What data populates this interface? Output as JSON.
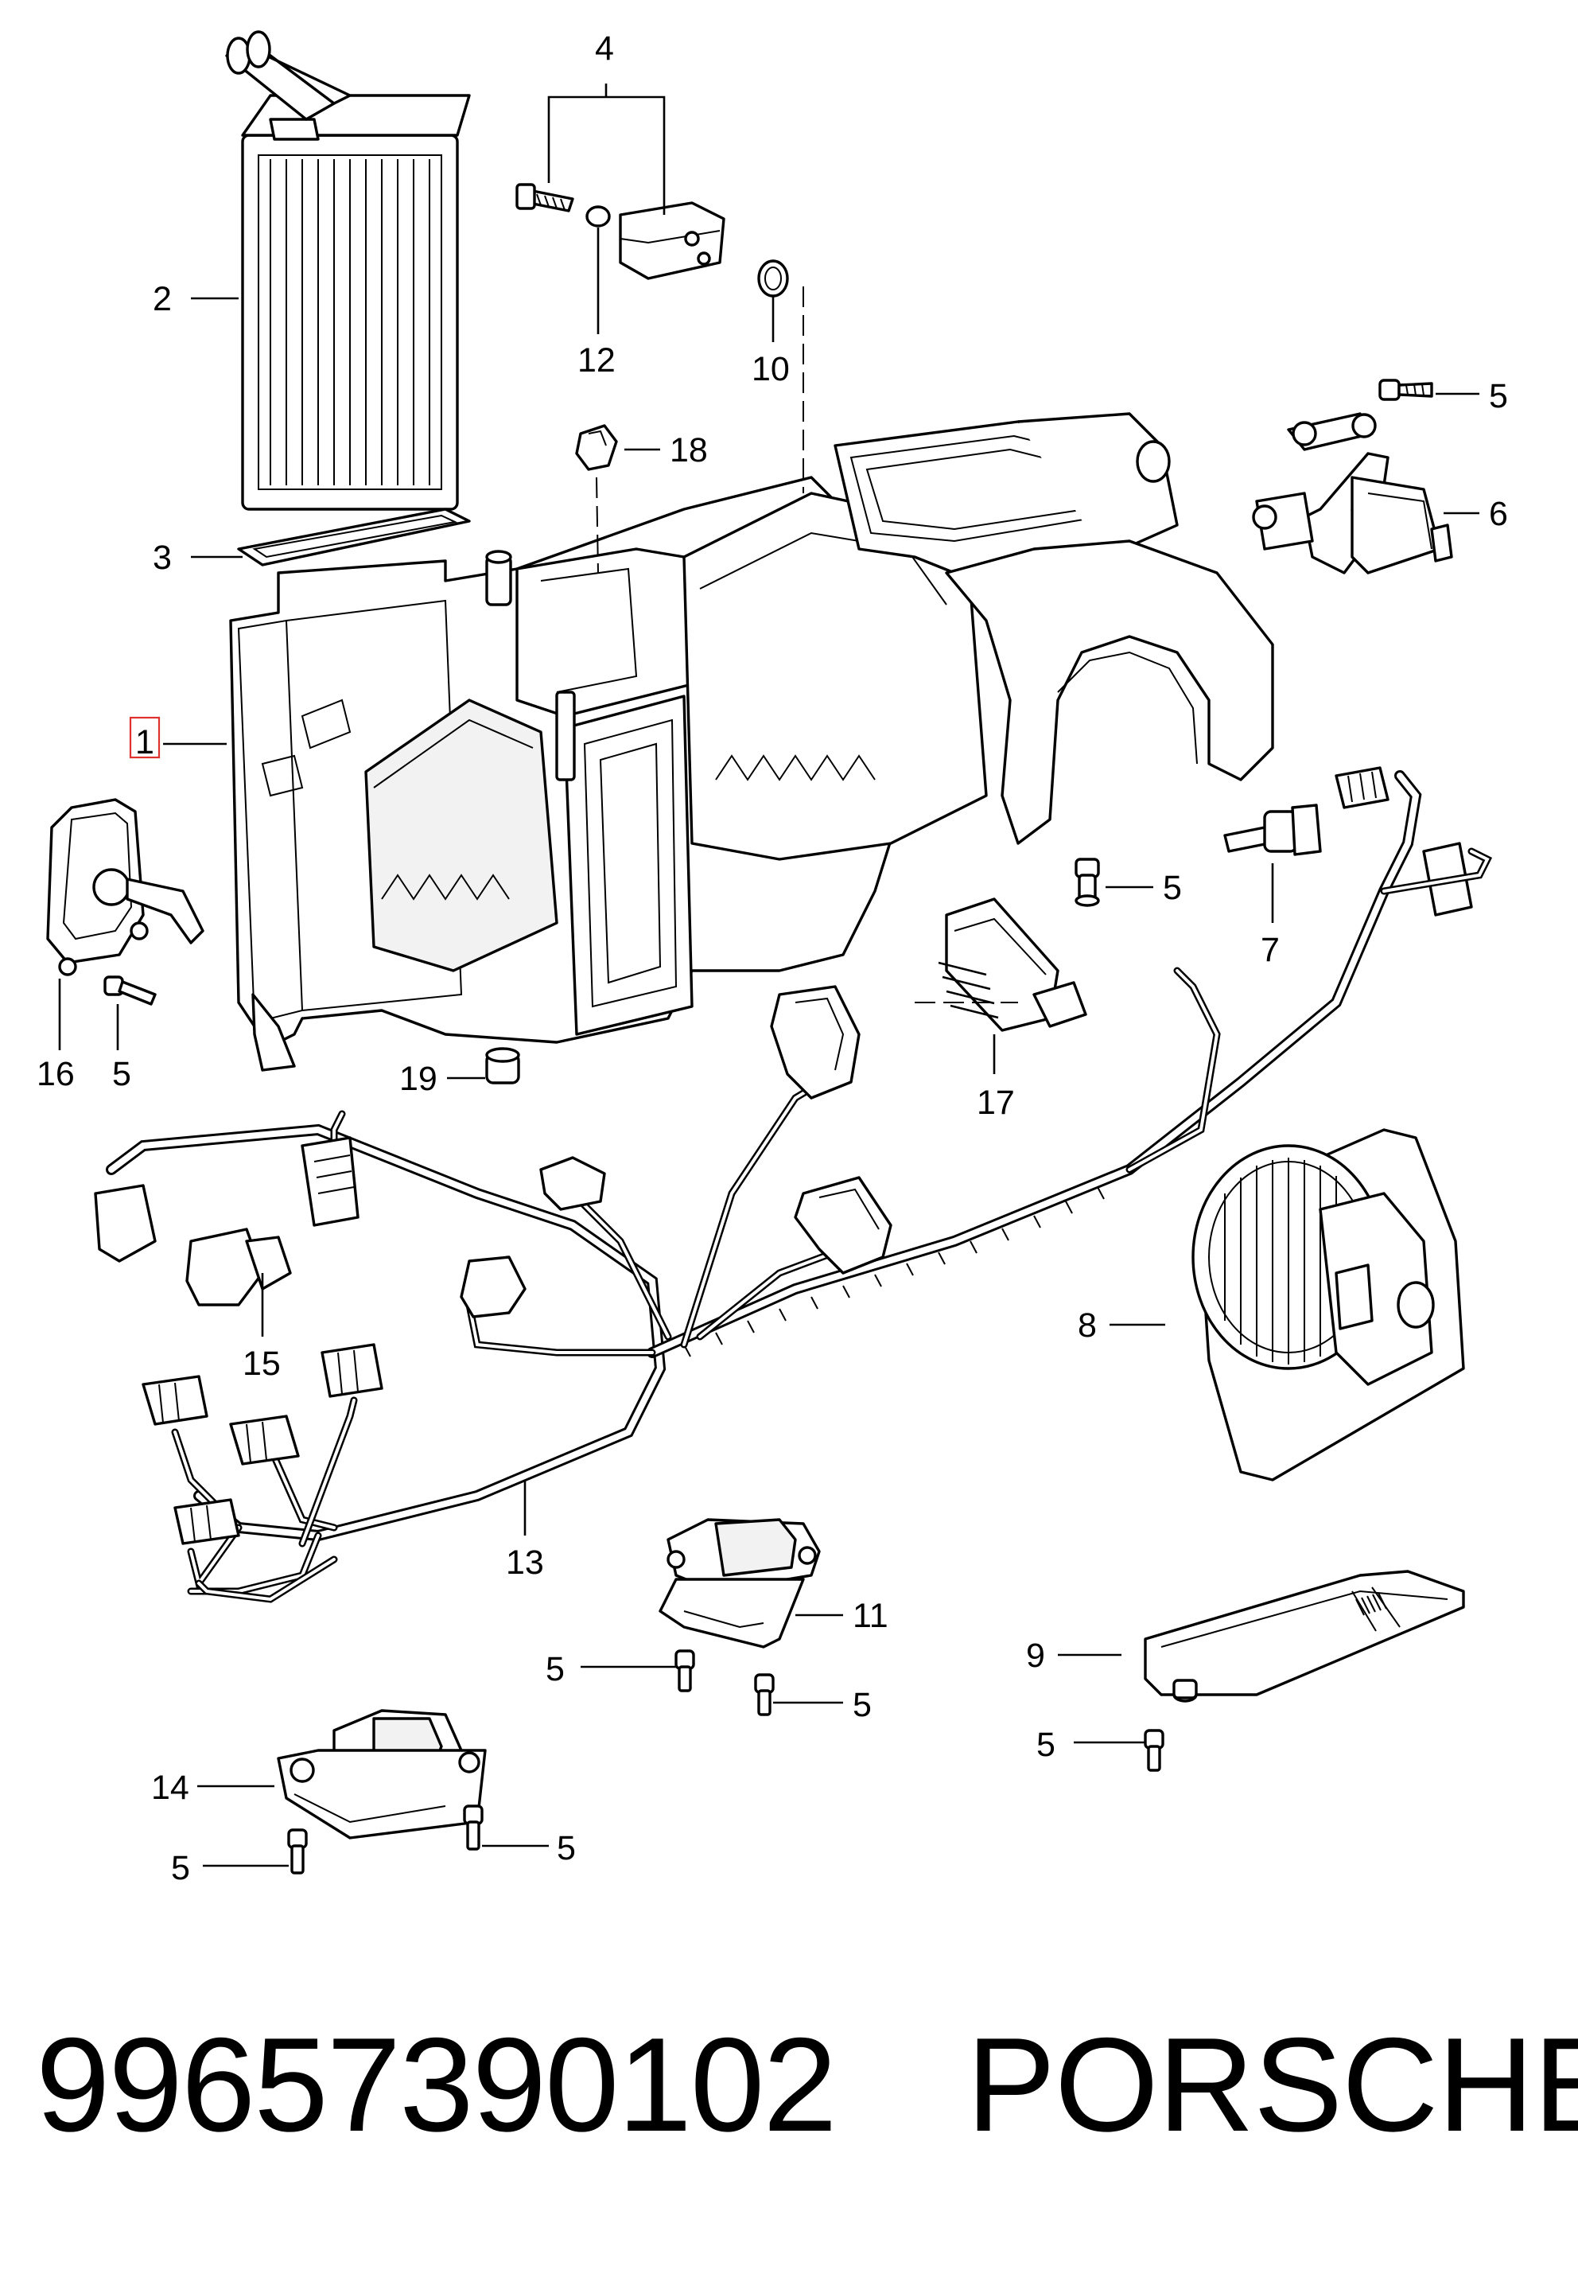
{
  "diagram": {
    "callouts": [
      {
        "id": "1",
        "text": "1",
        "highlighted": true
      },
      {
        "id": "2",
        "text": "2"
      },
      {
        "id": "3",
        "text": "3"
      },
      {
        "id": "4",
        "text": "4"
      },
      {
        "id": "5a",
        "text": "5"
      },
      {
        "id": "5b",
        "text": "5"
      },
      {
        "id": "5c",
        "text": "5"
      },
      {
        "id": "5d",
        "text": "5"
      },
      {
        "id": "5e",
        "text": "5"
      },
      {
        "id": "5f",
        "text": "5"
      },
      {
        "id": "5g",
        "text": "5"
      },
      {
        "id": "5h",
        "text": "5"
      },
      {
        "id": "6",
        "text": "6"
      },
      {
        "id": "7",
        "text": "7"
      },
      {
        "id": "8",
        "text": "8"
      },
      {
        "id": "9",
        "text": "9"
      },
      {
        "id": "10",
        "text": "10"
      },
      {
        "id": "11",
        "text": "11"
      },
      {
        "id": "12",
        "text": "12"
      },
      {
        "id": "13",
        "text": "13"
      },
      {
        "id": "14",
        "text": "14"
      },
      {
        "id": "15",
        "text": "15"
      },
      {
        "id": "16",
        "text": "16"
      },
      {
        "id": "17",
        "text": "17"
      },
      {
        "id": "18",
        "text": "18"
      },
      {
        "id": "19",
        "text": "19"
      }
    ],
    "highlight_color": "#e03030"
  },
  "footer": {
    "part_number": "9965739010​2",
    "brand": "PORSCHE"
  }
}
